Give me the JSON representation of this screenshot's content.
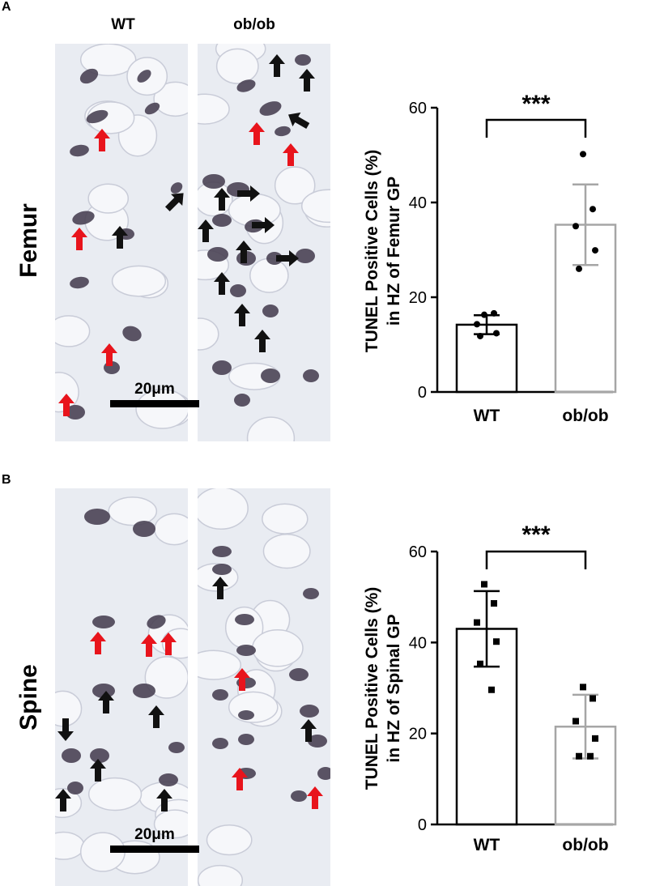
{
  "figure": {
    "panels": [
      {
        "letter": "A",
        "row_label": "Femur",
        "columns": [
          "WT",
          "ob/ob"
        ],
        "scale_bar": "20μm"
      },
      {
        "letter": "B",
        "row_label": "Spine",
        "columns": [],
        "scale_bar": "20μm"
      }
    ]
  },
  "colors": {
    "wt_bar": "#000000",
    "obob_bar": "#a6a6a6",
    "tissue_bg": "#e9ecf2",
    "nucleus": "#4a4254",
    "arrow_red": "#e8141c",
    "arrow_black": "#111111"
  },
  "chart_data": [
    {
      "type": "bar",
      "panel": "A",
      "categories": [
        "WT",
        "ob/ob"
      ],
      "values": [
        14.2,
        35.3
      ],
      "error": [
        2.0,
        8.5
      ],
      "points": [
        [
          16.3,
          16.6,
          14.3,
          12.4,
          11.8
        ],
        [
          50.2,
          38.6,
          35.0,
          29.9,
          26.0
        ]
      ],
      "ylabel_line1": "TUNEL Positive Cells (%)",
      "ylabel_line2": "in HZ of Femur GP",
      "ylim": [
        0,
        60
      ],
      "yticks": [
        0,
        20,
        40,
        60
      ],
      "significance": "***",
      "marker": "circle"
    },
    {
      "type": "bar",
      "panel": "B",
      "categories": [
        "WT",
        "ob/ob"
      ],
      "values": [
        43.0,
        21.5
      ],
      "error": [
        8.3,
        7.0
      ],
      "points": [
        [
          52.8,
          48.6,
          44.4,
          40.2,
          35.3,
          29.6
        ],
        [
          30.2,
          27.7,
          22.7,
          18.9,
          15.0,
          15.0
        ]
      ],
      "ylabel_line1": "TUNEL Positive Cells (%)",
      "ylabel_line2": "in HZ of Spinal GP",
      "ylim": [
        0,
        60
      ],
      "yticks": [
        0,
        20,
        40,
        60
      ],
      "significance": "***",
      "marker": "square"
    }
  ]
}
